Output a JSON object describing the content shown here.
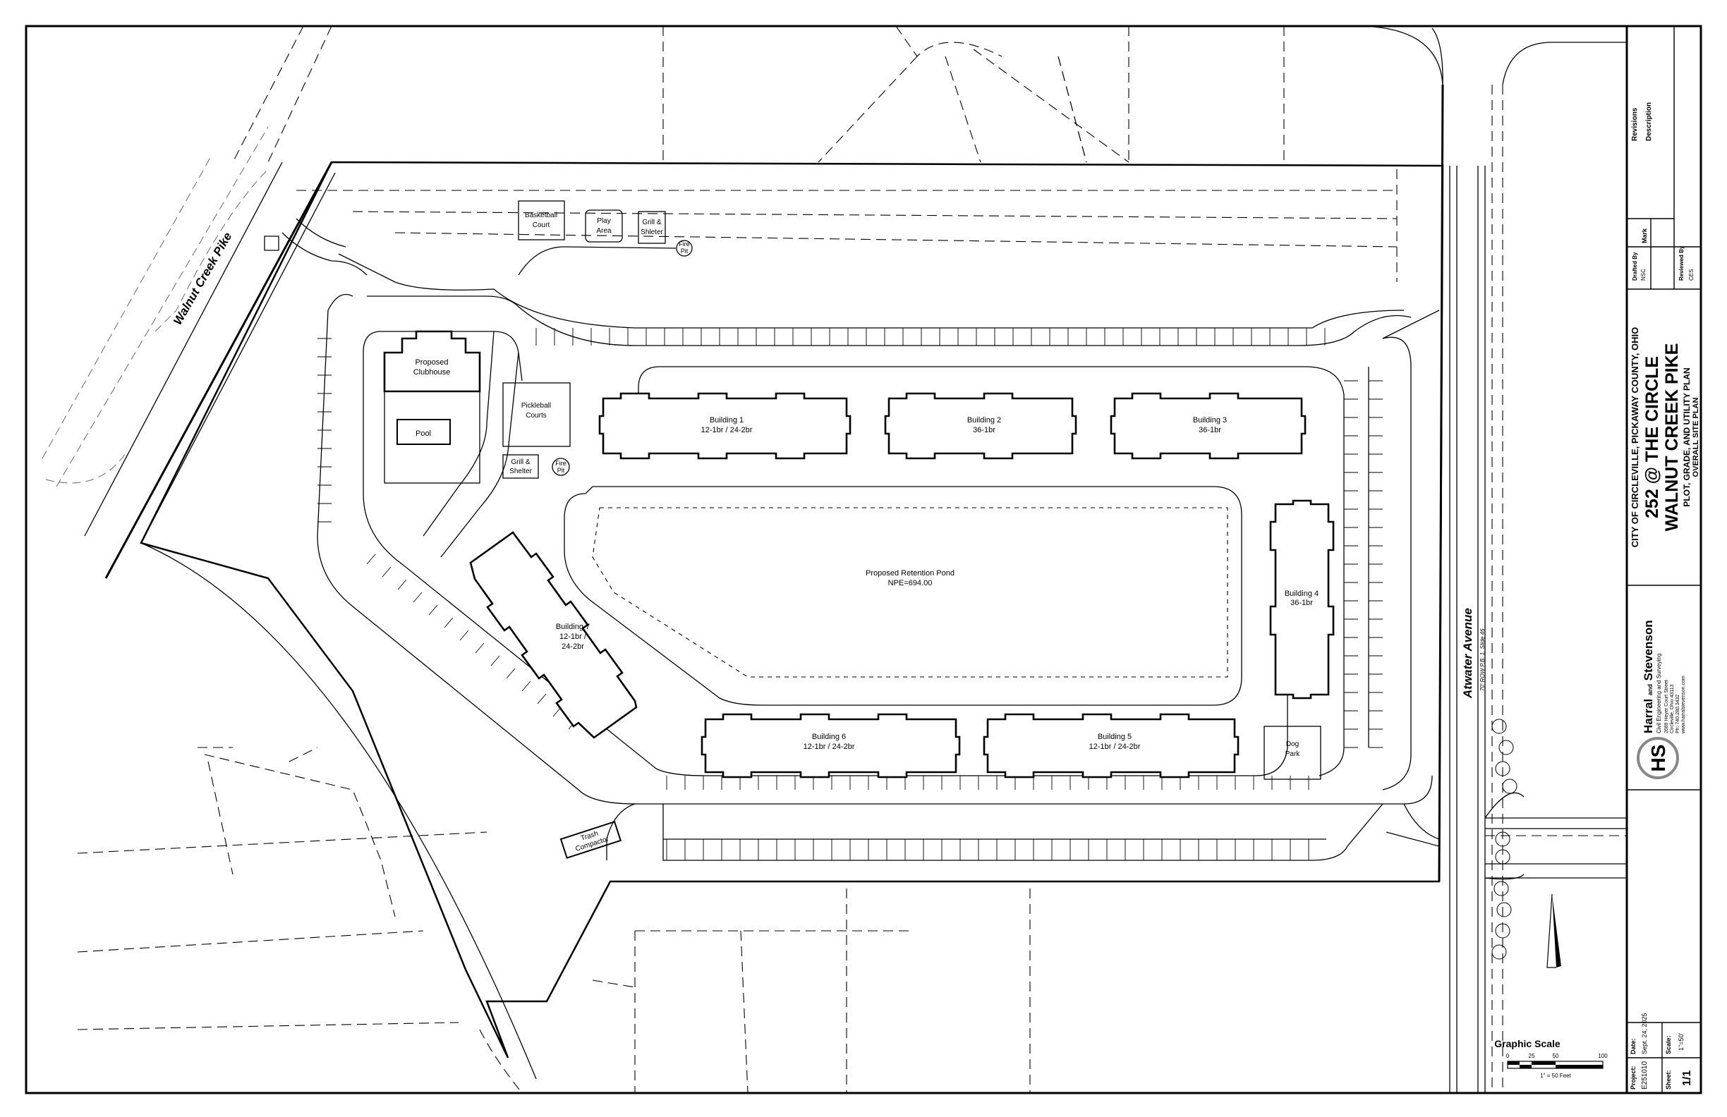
{
  "drawing": {
    "road_labels": {
      "walnut_creek_pike": "Walnut Creek Pike",
      "atwater_avenue": "Atwater Avenue",
      "atwater_row": "70' ROW P.B. 1, Slide 46"
    },
    "amenities": {
      "basketball_court": "Basketball Court",
      "play_area": "Play Area",
      "grill_shelter_top": "Grill & Shleter",
      "fire_pit_top": "Fire Pit",
      "clubhouse": "Proposed Clubhouse",
      "pool": "Pool",
      "pickleball": "Pickleball Courts",
      "grill_shelter_mid": "Grill & Shelter",
      "fire_pit_mid": "Fire Pit",
      "dog_park": "Dog Park",
      "trash": "Trash Compactor"
    },
    "pond": {
      "name": "Proposed Retention Pond",
      "npe": "NPE=694.00"
    },
    "buildings": [
      {
        "name": "Building 1",
        "units": "12-1br / 24-2br"
      },
      {
        "name": "Building 2",
        "units": "36-1br"
      },
      {
        "name": "Building 3",
        "units": "36-1br"
      },
      {
        "name": "Building 4",
        "units": "36-1br"
      },
      {
        "name": "Building 5",
        "units": "12-1br / 24-2br"
      },
      {
        "name": "Building 6",
        "units": "12-1br / 24-2br"
      },
      {
        "name": "Building 7",
        "units": "12-1br / 24-2br"
      }
    ],
    "graphic_scale": {
      "title": "Graphic Scale",
      "ticks": [
        "0",
        "25",
        "50",
        "100"
      ],
      "ratio": "1\" = 50 Feet"
    }
  },
  "title_block": {
    "revisions_header": "Revisions",
    "description_header": "Description",
    "mark_header": "Mark",
    "drafted_by_label": "Drafted By",
    "drafted_by": "NSC",
    "reviewed_by_label": "Reviewed By",
    "reviewed_by": "CES",
    "location": "CITY OF CIRCLEVILLE, PICKAWAY COUNTY, OHIO",
    "project_name_1": "252 @ THE CIRCLE",
    "project_name_2": "WALNUT CREEK PIKE",
    "sheet_type": "PLOT, GRADE, AND UTILITY PLAN",
    "sheet_subtitle": "OVERALL SITE PLAN",
    "firm_name_a": "Harral",
    "firm_name_and": "and",
    "firm_name_b": "Stevenson",
    "firm_tagline": "Civil Engineering and Surveying",
    "firm_address": "2689 Heyer Court Street",
    "firm_city": "Circleville, Ohio 43113",
    "firm_phone": "Ph: 740.280.3432",
    "firm_web": "www.harralstevenson.com",
    "logo_letters": "HS",
    "project_label": "Project:",
    "project_no": "E251010",
    "date_label": "Date:",
    "date": "Sept. 24, 2025",
    "scale_label": "Scale:",
    "scale": "1\"=50'",
    "sheet_label": "Sheet:",
    "sheet_no": "1/1"
  }
}
